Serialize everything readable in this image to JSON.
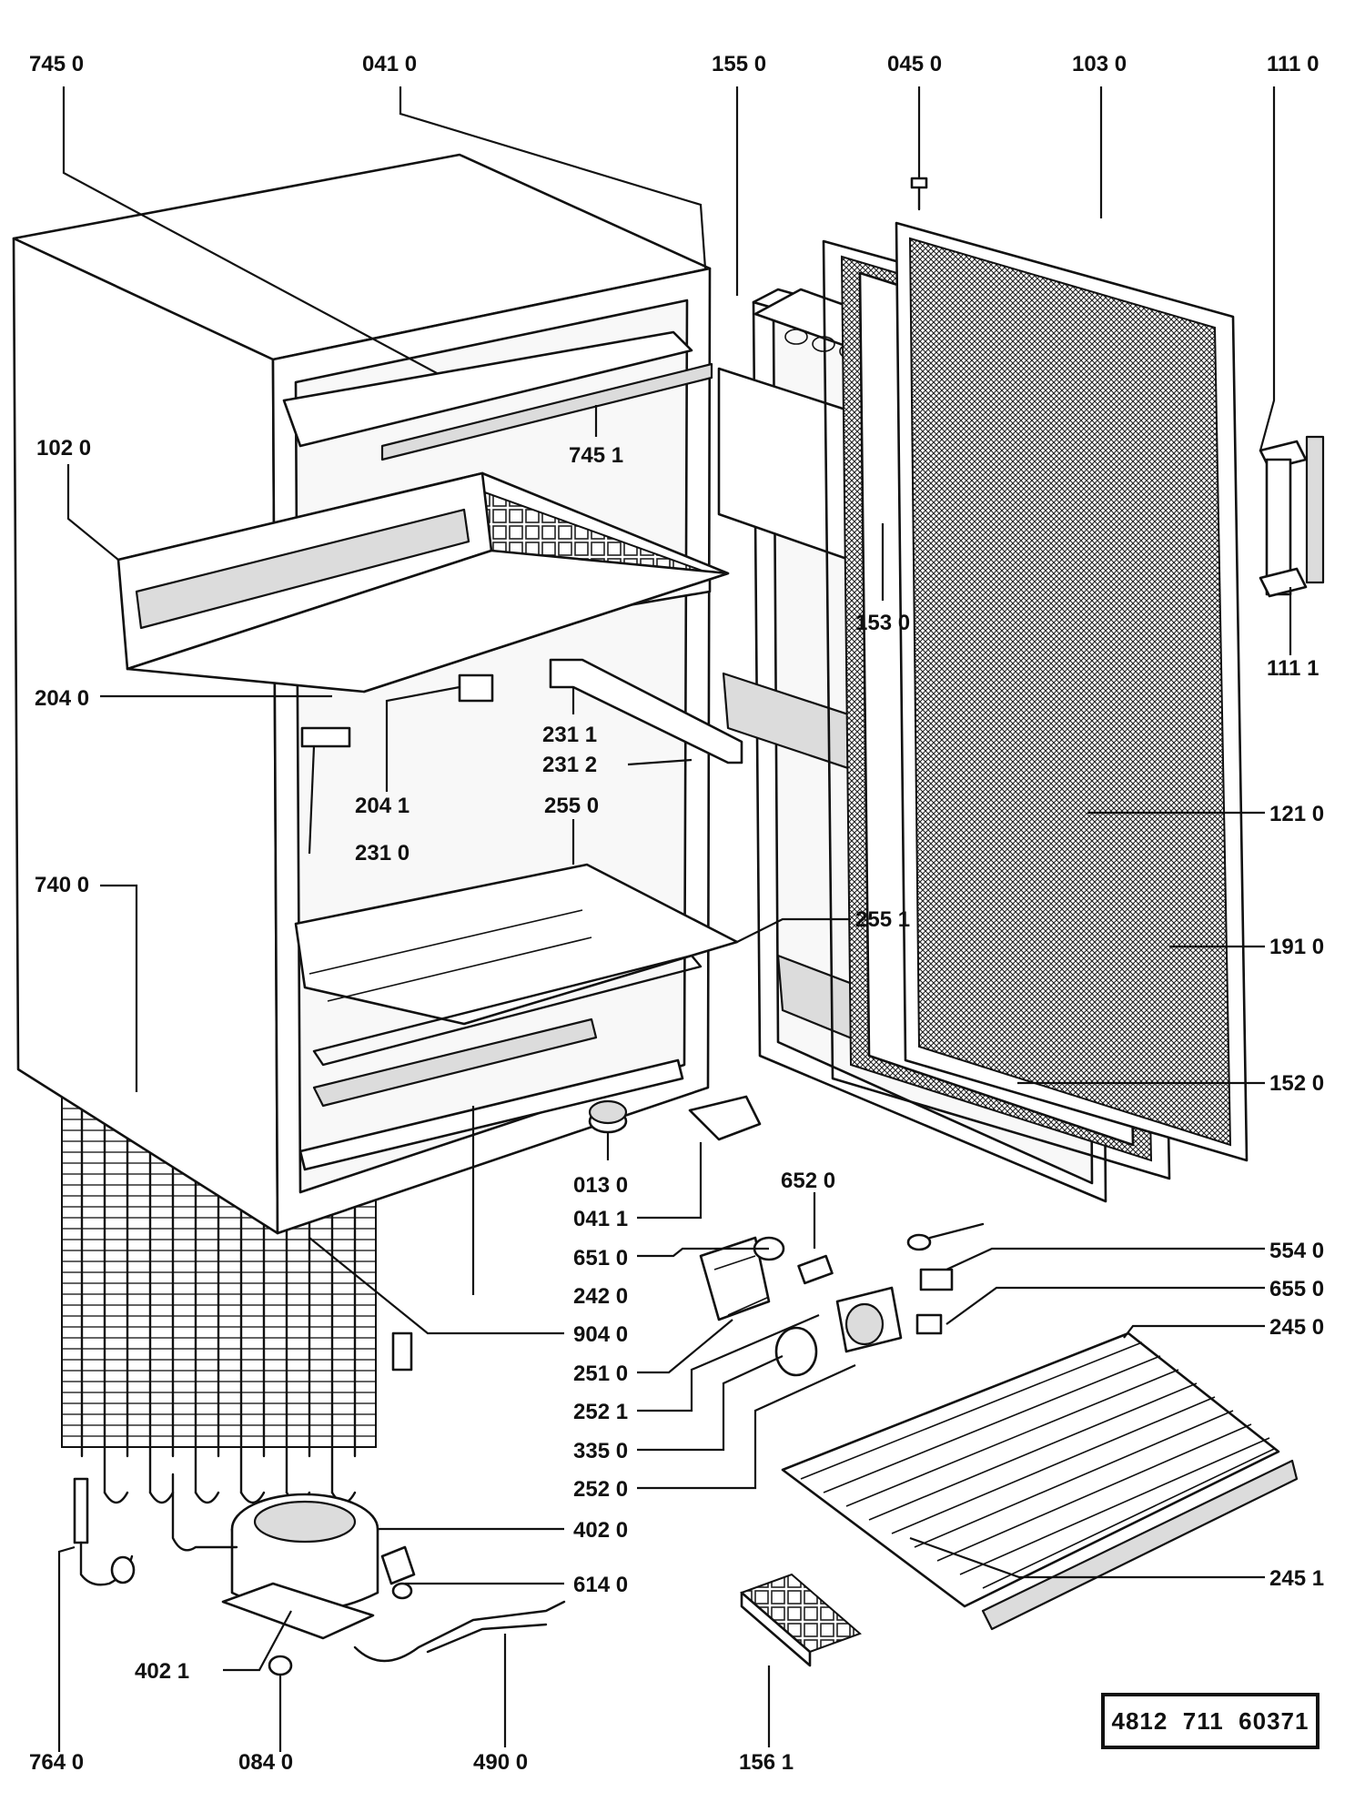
{
  "diagram": {
    "document_code": "4812  711  60371",
    "labels": [
      {
        "id": "l7450",
        "text": "745 0"
      },
      {
        "id": "l0410",
        "text": "041 0"
      },
      {
        "id": "l1550",
        "text": "155 0"
      },
      {
        "id": "l0450",
        "text": "045 0"
      },
      {
        "id": "l1030",
        "text": "103  0"
      },
      {
        "id": "l1110",
        "text": "111 0"
      },
      {
        "id": "l1020",
        "text": "102 0"
      },
      {
        "id": "l7451",
        "text": "745 1"
      },
      {
        "id": "l1530",
        "text": "153  0"
      },
      {
        "id": "l1111",
        "text": "111 1"
      },
      {
        "id": "l2040",
        "text": "204 0"
      },
      {
        "id": "l2311",
        "text": "231 1"
      },
      {
        "id": "l2312",
        "text": "231 2"
      },
      {
        "id": "l2041",
        "text": "204 1"
      },
      {
        "id": "l2550",
        "text": "255  0"
      },
      {
        "id": "l1210",
        "text": "121 0"
      },
      {
        "id": "l2310",
        "text": "231 0"
      },
      {
        "id": "l7400",
        "text": "740 0"
      },
      {
        "id": "l2551",
        "text": "255 1"
      },
      {
        "id": "l1910",
        "text": "191 0"
      },
      {
        "id": "l1520",
        "text": "152 0"
      },
      {
        "id": "l0130",
        "text": "013 0"
      },
      {
        "id": "l6520",
        "text": "652 0"
      },
      {
        "id": "l0411",
        "text": "041 1"
      },
      {
        "id": "l6510",
        "text": "651 0"
      },
      {
        "id": "l5540",
        "text": "554 0"
      },
      {
        "id": "l6550",
        "text": "655 0"
      },
      {
        "id": "l2420",
        "text": "242 0"
      },
      {
        "id": "l2450",
        "text": "245 0"
      },
      {
        "id": "l9040",
        "text": "904 0"
      },
      {
        "id": "l2510",
        "text": "251 0"
      },
      {
        "id": "l2521",
        "text": "252 1"
      },
      {
        "id": "l3350",
        "text": "335 0"
      },
      {
        "id": "l2520",
        "text": "252 0"
      },
      {
        "id": "l4020",
        "text": "402 0"
      },
      {
        "id": "l2451",
        "text": "245 1"
      },
      {
        "id": "l6140",
        "text": "614 0"
      },
      {
        "id": "l4021",
        "text": "402 1"
      },
      {
        "id": "l7640",
        "text": "764 0"
      },
      {
        "id": "l0840",
        "text": "084 0"
      },
      {
        "id": "l4900",
        "text": "490 0"
      },
      {
        "id": "l1561",
        "text": "156 1"
      }
    ]
  }
}
